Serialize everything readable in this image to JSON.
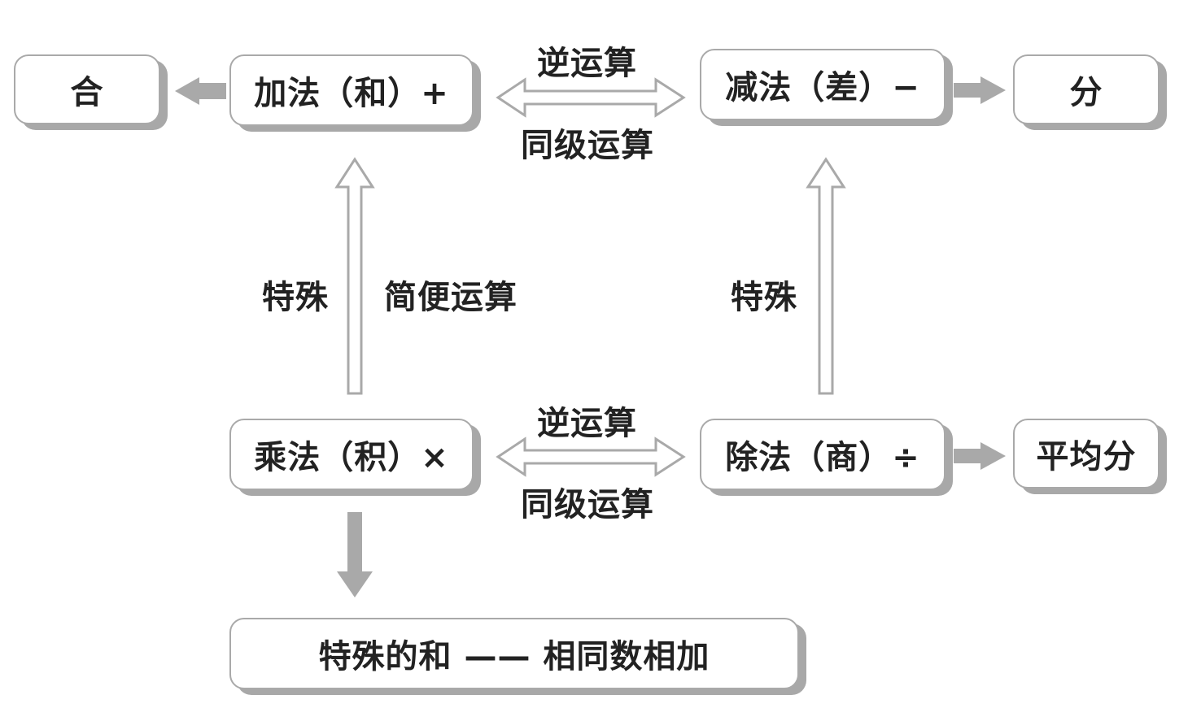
{
  "nodes": {
    "he": "合",
    "addition": "加法（和）+",
    "subtraction": "减法（差）−",
    "fen": "分",
    "multiplication": "乘法（积）×",
    "division": "除法（商）÷",
    "average": "平均分",
    "special_sum": "特殊的和 —— 相同数相加"
  },
  "labels": {
    "inverse_top": "逆运算",
    "same_level_top": "同级运算",
    "inverse_bottom": "逆运算",
    "same_level_bottom": "同级运算",
    "special_left": "特殊",
    "simple_calc": "简便运算",
    "special_right": "特殊"
  },
  "colors": {
    "arrow_gray": "#a9a9a9",
    "text": "#222222",
    "box_shadow": "#a8a8a8"
  }
}
